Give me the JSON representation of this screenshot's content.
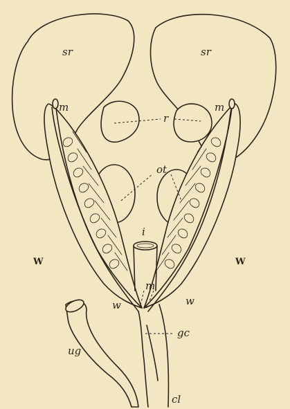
{
  "labels": {
    "sr_left": "sr",
    "sr_right": "sr",
    "m_left": "m",
    "m_right": "m",
    "r": "r",
    "ot": "ot",
    "i": "i",
    "W_left": "W",
    "W_right": "W",
    "m_center": "m",
    "w_left": "w",
    "w_right": "w",
    "gc": "gc",
    "ug": "ug",
    "cl": "cl"
  },
  "colors": {
    "paper": "#f3e6c3",
    "ink": "#2a2419"
  }
}
